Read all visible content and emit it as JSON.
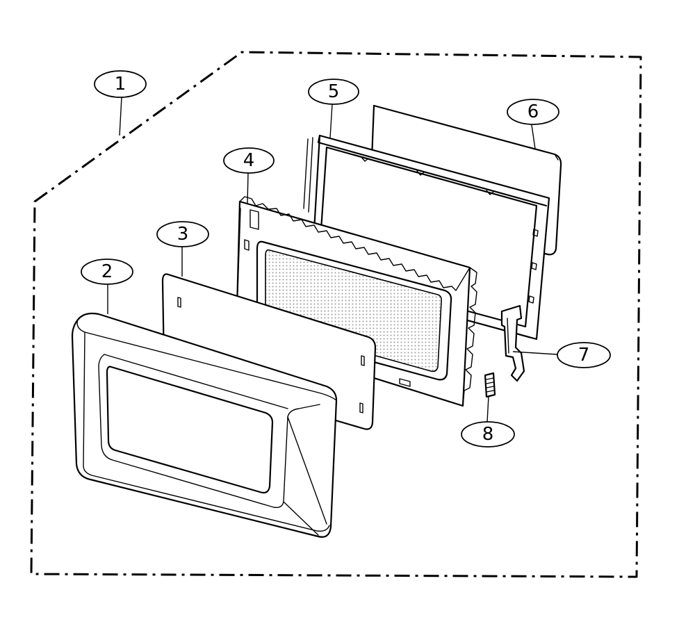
{
  "callouts": [
    {
      "id": "1",
      "label": "1"
    },
    {
      "id": "2",
      "label": "2"
    },
    {
      "id": "3",
      "label": "3"
    },
    {
      "id": "4",
      "label": "4"
    },
    {
      "id": "5",
      "label": "5"
    },
    {
      "id": "6",
      "label": "6"
    },
    {
      "id": "7",
      "label": "7"
    },
    {
      "id": "8",
      "label": "8"
    }
  ],
  "colors": {
    "ink": "#000000",
    "paper": "#ffffff",
    "mesh": "#bdbdbd"
  }
}
